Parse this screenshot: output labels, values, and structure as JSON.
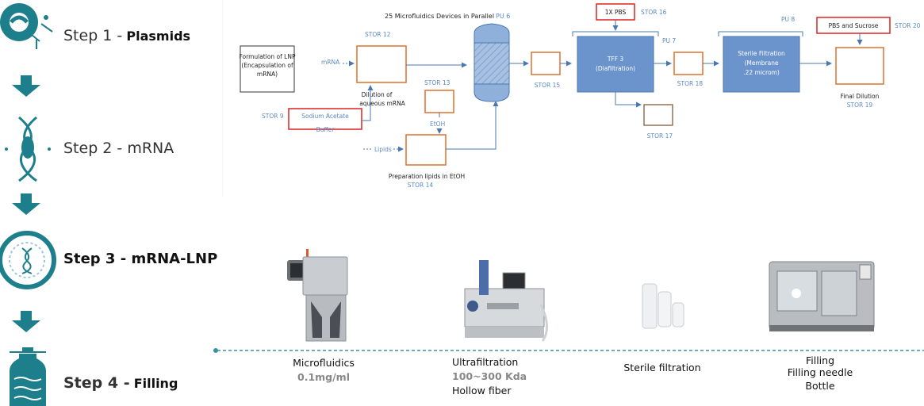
{
  "steps": [
    {
      "prefix": "Step 1 -",
      "label": "Plasmids"
    },
    {
      "prefix": "Step 2 - mRNA",
      "label": ""
    },
    {
      "prefix": "Step 3 - mRNA-LNP",
      "label": ""
    },
    {
      "prefix": "Step 4 -",
      "label": "Filling"
    }
  ],
  "diagram": {
    "title": "25 Microfluidics Devices in Parallel",
    "pu6": "PU 6",
    "pu7": "PU 7",
    "pu8": "PU 8",
    "formulation": [
      "Formulation of LNP",
      "(Encapsulation of",
      "mRNA)"
    ],
    "mrna": "mRNA",
    "stor12": "STOR 12",
    "dilution": [
      "Dilution of",
      "aqueous mRNA"
    ],
    "stor13": "STOR 13",
    "etoh": "EtOH",
    "stor9": "STOR 9",
    "sodium": [
      "Sodium Acetate",
      "Buffer"
    ],
    "lipids": "Lipids",
    "prep": "Preparation lipids in EtOH",
    "stor14": "STOR 14",
    "stor15": "STOR 15",
    "pbs": "1X PBS",
    "stor16": "STOR 16",
    "tff": [
      "TFF 3",
      "(Diafiltration)"
    ],
    "stor17": "STOR 17",
    "stor18": "STOR 18",
    "sterile": [
      "Sterile Filtration",
      "(Membrane",
      ".22 microm)"
    ],
    "pbs_sucrose": "PBS and Sucrose",
    "stor20": "STOR 20",
    "final": "Final Dilution",
    "stor19": "STOR 19"
  },
  "equipment": [
    {
      "name": "Microfluidics",
      "sub": "0.1mg/ml",
      "extra": ""
    },
    {
      "name": "Ultrafiltration",
      "sub": "100~300 Kda",
      "extra": "Hollow fiber"
    },
    {
      "name": "Sterile filtration",
      "sub": "",
      "extra": ""
    },
    {
      "name": "Filling",
      "sub": "Filling needle",
      "extra": "Bottle"
    }
  ],
  "colors": {
    "teal": "#1e7f8c",
    "orange": "#e07a3a",
    "red": "#e03030",
    "blue": "#5b88c4",
    "boxblue": "#6b93cc",
    "steel": "#4a78b0"
  }
}
